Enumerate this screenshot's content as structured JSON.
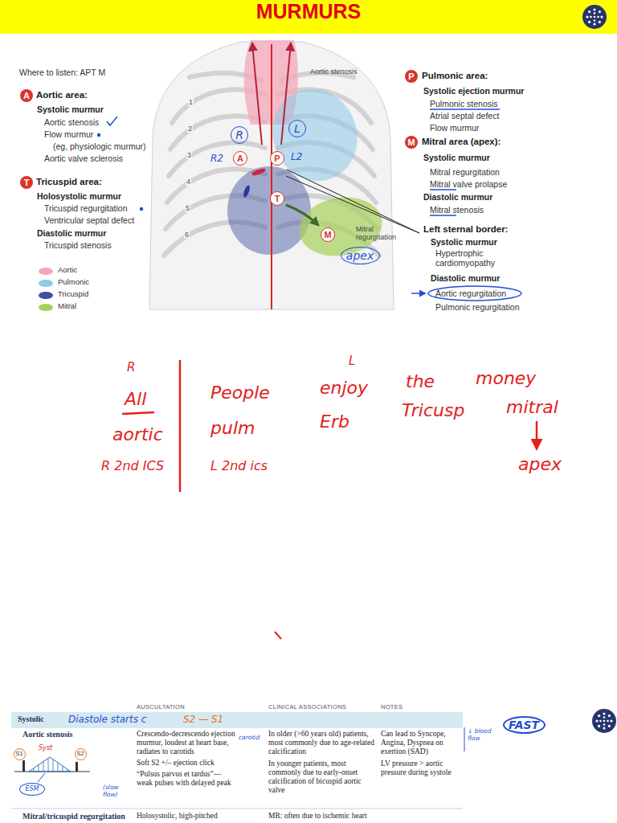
{
  "diagram": {
    "title": "MURMURS",
    "nodes": [
      {
        "text": [
          "A"
        ]
      },
      {
        "text": [
          "T"
        ]
      },
      {
        "text": [
          "P"
        ]
      },
      {
        "text": [
          "M"
        ]
      },
      {
        "text": [
          "A"
        ]
      },
      {
        "text": [
          "P"
        ]
      },
      {
        "text": [
          "T"
        ]
      },
      {
        "text": [
          "M"
        ]
      },
      {
        "text": [
          "R"
        ]
      },
      {
        "text": [
          "L"
        ]
      },
      {
        "text": [
          "apex"
        ]
      },
      {
        "text": [
          "FAST"
        ]
      },
      {
        "text": [
          "S1"
        ]
      },
      {
        "text": [
          "S2"
        ]
      },
      {
        "text": [
          "ESM"
        ]
      }
    ],
    "labels": [
      "Where to listen: APT M",
      "Aortic area:",
      "Systolic murmur",
      "Aortic stenosis",
      "Flow murmur",
      "(eg, physiologic murmur)",
      "Aortic valve sclerosis",
      "Tricuspid area:",
      "Holosystolic murmur",
      "Tricuspid regurgitation",
      "Ventricular septal defect",
      "Diastolic murmur",
      "Tricuspid stenosis",
      "Pulmonic area:",
      "Systolic ejection murmur",
      "Pulmonic stenosis",
      "Atrial septal defect",
      "Flow murmur",
      "Mitral area (apex):",
      "Systolic murmur",
      "Mitral regurgitation",
      "Mitral valve prolapse",
      "Diastolic murmur",
      "Mitral stenosis",
      "Left sternal border:",
      "Systolic murmur",
      "Hypertrophic cardiomyopathy",
      "Diastolic murmur",
      "Aortic regurgitation",
      "Pulmonic regurgitation",
      "Aortic stenosis",
      "Mitral regurgitation",
      "1",
      "2",
      "3",
      "4",
      "5",
      "6",
      "R2",
      "L2",
      "R",
      "L",
      "All",
      "People",
      "enjoy",
      "the",
      "money",
      "aortic",
      "pulm",
      "Erb",
      "Tricusp",
      "mitral",
      "R 2nd ICS",
      "L 2nd ics",
      "apex",
      "AUSCULTATION",
      "CLINICAL ASSOCIATIONS",
      "NOTES",
      "Systolic",
      "Diastole starts c",
      "S2 — S1",
      "Syst",
      "Aortic stenosis",
      "Crescendo-decrescendo ejection murmur, loudest at heart base, radiates to carotids",
      "Soft S2 +/– ejection click",
      "“Pulsus parvus et tardus”—weak pulses with delayed peak",
      "(slow flow)",
      "carotid",
      "In older (>60 years old) patients, most commonly due to age-related calcification",
      "In younger patients, most commonly due to early-onset calcification of bicuspid aortic valve",
      "Can lead to Syncope, Angina, Dyspnea on exertion (SAD)",
      "LV pressure > aortic pressure during systole",
      "↓ blood flow",
      "Mitral/tricuspid regurgitation",
      "Holosystolic, high-pitched",
      "MR: often due to ischemic heart"
    ],
    "legend": [
      {
        "text": "Aortic",
        "color": "#f4a7b9"
      },
      {
        "text": "Pulmonic",
        "color": "#8ec9e8"
      },
      {
        "text": "Tricuspid",
        "color": "#3f4fa0"
      },
      {
        "text": "Mitral",
        "color": "#a6d05a"
      }
    ]
  }
}
